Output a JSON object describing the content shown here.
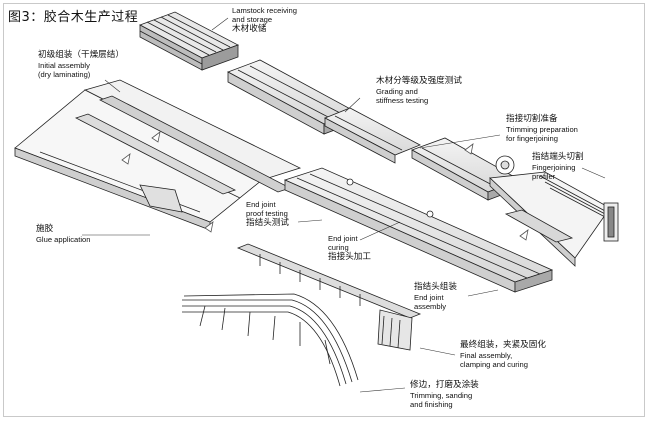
{
  "title": "图3：胶合木生产过程",
  "steps": {
    "lamstock": {
      "en1": "Lamstock receiving",
      "en2": "and storage",
      "cn": "木材收储"
    },
    "initial": {
      "cn": "初级组装（干燥层结）",
      "en1": "Initial assembly",
      "en2": "(dry laminating)"
    },
    "grading": {
      "cn": "木材分等级及强度测试",
      "en1": "Grading and",
      "en2": "stiffness testing"
    },
    "trimming_prep": {
      "cn": "指接切割准备",
      "en1": "Trimming preparation",
      "en2": "for fingerjoining"
    },
    "profiler": {
      "cn": "指结端头切割",
      "en1": "Fingerjoining",
      "en2": "profiler"
    },
    "glue": {
      "cn": "施胶",
      "en1": "Glue application"
    },
    "proof": {
      "en1": "End joint",
      "en2": "proof testing",
      "cn": "指结头测试"
    },
    "curing": {
      "en1": "End joint",
      "en2": "curing",
      "cn": "指接头加工"
    },
    "assembly": {
      "cn": "指结头组装",
      "en1": "End joint",
      "en2": "assembly"
    },
    "final": {
      "cn": "最终组装，夹紧及固化",
      "en1": "Final assembly,",
      "en2": "clamping and curing"
    },
    "finishing": {
      "cn": "修边，打磨及涂装",
      "en1": "Trimming, sanding",
      "en2": "and finishing"
    }
  }
}
